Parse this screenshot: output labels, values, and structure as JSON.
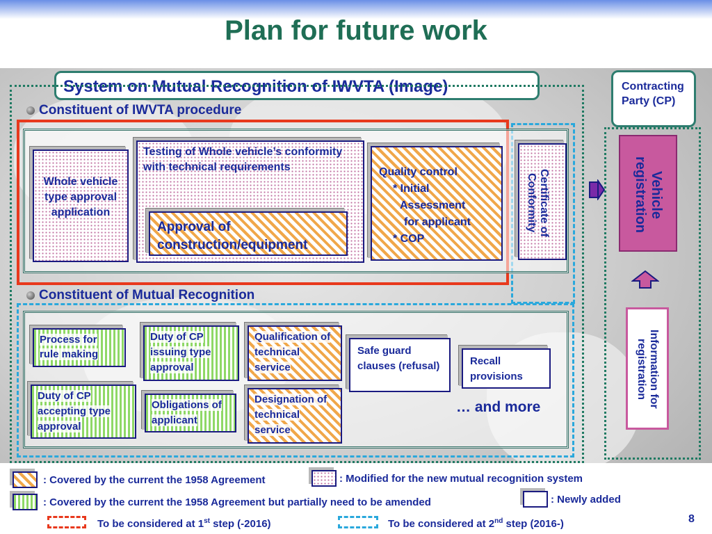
{
  "title": "Plan for future work",
  "system_title": "System on Mutual Recognition of IWVTA (Image)",
  "contracting_party": "Contracting Party (CP)",
  "vehicle_registration": "Vehicle registration",
  "information_for_registration": "Information for registration",
  "iwvta_section": {
    "heading": "Constituent of IWVTA procedure",
    "whole_vehicle": "Whole vehicle type approval application",
    "testing": "Testing of Whole vehicle’s conformity with technical requirements",
    "approval": "Approval of construction/equipment",
    "quality_control_lines": [
      "Quality control",
      "* Initial",
      "Assessment",
      "for applicant",
      "* COP"
    ],
    "certificate": "Certificate of Conformity"
  },
  "mutual_section": {
    "heading": "Constituent of Mutual Recognition",
    "process": "Process for rule making",
    "duty_issuing": "Duty of CP issuing type approval",
    "qualification": "Qualification of technical service",
    "safe_guard": "Safe guard clauses (refusal)",
    "recall": "Recall provisions",
    "duty_accepting": "Duty of CP accepting type approval",
    "obligations": "Obligations of applicant",
    "designation": "Designation of technical service",
    "more": "… and more"
  },
  "legend": {
    "covered": ": Covered by the current the 1958 Agreement",
    "modified": ": Modified for the new mutual recognition system",
    "partial": ": Covered by the current the 1958 Agreement but partially need to be amended",
    "new": ": Newly added",
    "step1_pre": "To be considered at 1",
    "step1_sup": "st",
    "step1_post": " step (-2016)",
    "step2_pre": "To be considered at 2",
    "step2_sup": "nd",
    "step2_post": " step (2016-)"
  },
  "page_number": "8",
  "colors": {
    "title": "#1f6e55",
    "text_blue": "#1a2a9a",
    "registration_pink": "#c8599e",
    "red_border": "#e8391d",
    "cyan_dash": "#2aa8dc"
  }
}
